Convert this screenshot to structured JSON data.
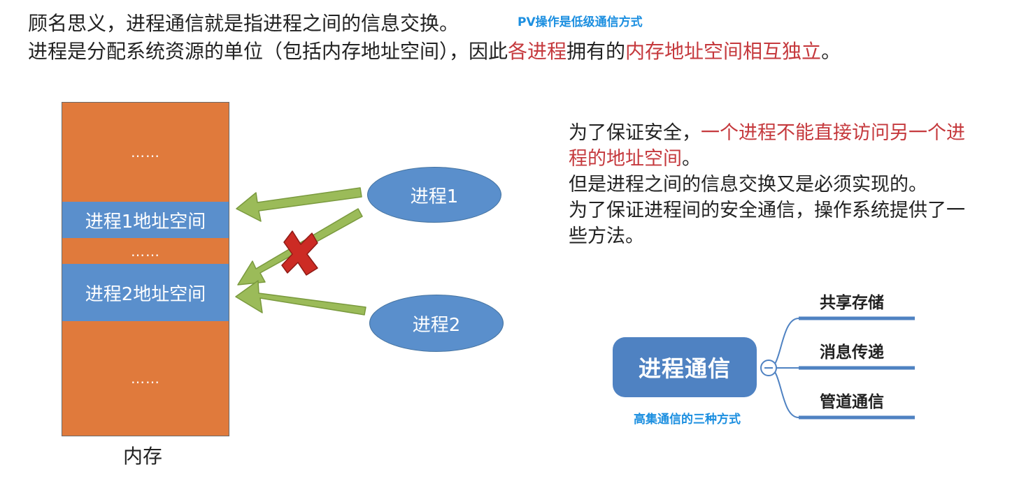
{
  "intro": {
    "line1": "顾名思义，进程通信就是指进程之间的信息交换。",
    "line2_a": "进程是分配系统资源的单位（包括内存地址空间），因此",
    "line2_b": "各进程",
    "line2_c": "拥有的",
    "line2_d": "内存地址空间相互独立",
    "line2_e": "。"
  },
  "pv_note": "PV操作是低级通信方式",
  "memory": {
    "dots1": "……",
    "space1": "进程1地址空间",
    "dots2": "……",
    "space2": "进程2地址空间",
    "dots3": "……",
    "caption": "内存"
  },
  "processes": {
    "p1": "进程1",
    "p2": "进程2"
  },
  "paragraph": {
    "a": "为了保证安全，",
    "b": "一个进程不能直接访问另一个进程的地址空间",
    "c": "。",
    "d": "但是进程之间的信息交换又是必须实现的。",
    "e": "为了保证进程间的安全通信，操作系统提供了一些方法。"
  },
  "mindmap": {
    "hub": "进程通信",
    "note": "高集通信的三种方式",
    "branches": [
      "共享存储",
      "消息传递",
      "管道通信"
    ]
  },
  "colors": {
    "orange": "#e07a3c",
    "blue": "#5a8fcc",
    "arrow": "#9bbb59",
    "red_text": "#c5393d",
    "note": "#1c8fe0"
  }
}
